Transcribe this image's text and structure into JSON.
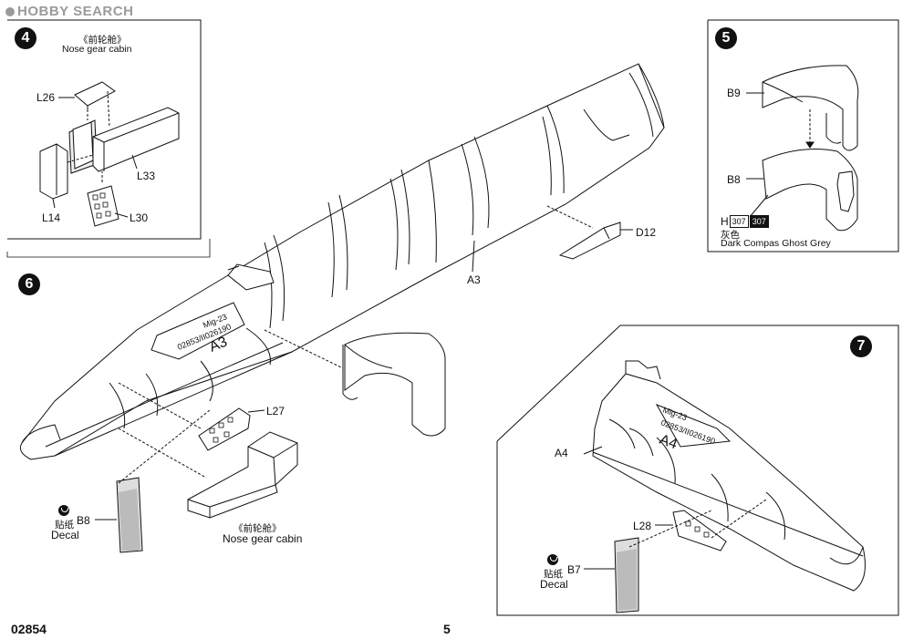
{
  "watermark": "HOBBY SEARCH",
  "steps": [
    {
      "number": "4",
      "title_cn": "《前轮舱》",
      "title_en": "Nose gear cabin",
      "parts": [
        "L26",
        "L33",
        "L14",
        "L30"
      ]
    },
    {
      "number": "5",
      "parts": [
        "B9",
        "B8"
      ],
      "paint": {
        "letter": "H",
        "code1": "307",
        "code2": "307",
        "name_cn": "灰色",
        "name_en": "Dark Compas Ghost Grey"
      }
    },
    {
      "number": "6",
      "parts": [
        "D12",
        "A3",
        "L27",
        "B8"
      ],
      "fuselage_text": [
        "Mig-23",
        "02853/II026190",
        "A3"
      ],
      "decal_cn": "贴纸",
      "decal_en": "Decal",
      "cabin_cn": "《前轮舱》",
      "cabin_en": "Nose gear cabin"
    },
    {
      "number": "7",
      "parts": [
        "A4",
        "L28",
        "B7"
      ],
      "fuselage_text": [
        "Mig-23",
        "02853/II026190",
        "A4"
      ],
      "decal_cn": "贴纸",
      "decal_en": "Decal"
    }
  ],
  "footer": {
    "kit_number": "02854",
    "page_number": "5"
  }
}
